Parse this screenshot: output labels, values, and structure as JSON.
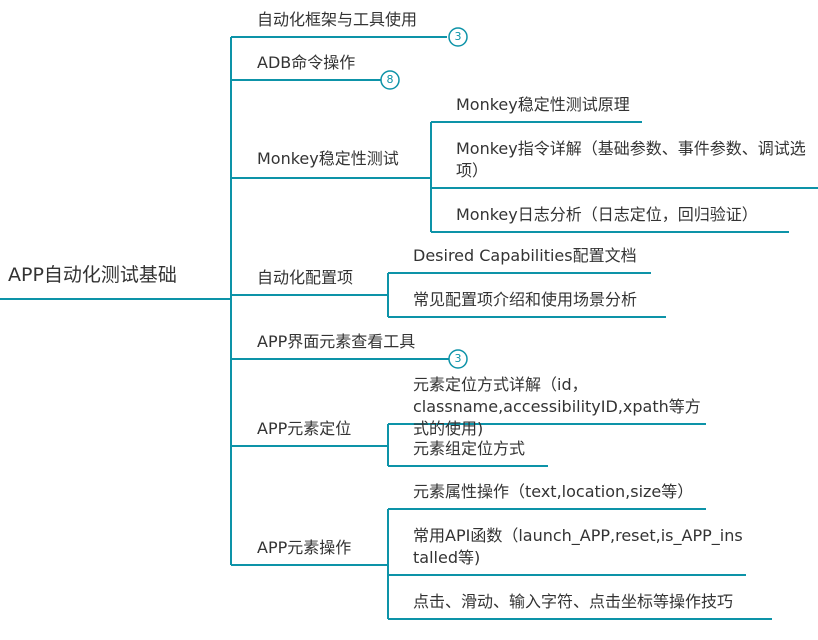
{
  "root": "APP自动化测试基础",
  "branches": [
    {
      "label": "自动化框架与工具使用",
      "count": "3"
    },
    {
      "label": "ADB命令操作",
      "count": "8"
    },
    {
      "label": "Monkey稳定性测试",
      "children": [
        "Monkey稳定性测试原理",
        "Monkey指令详解（基础参数、事件参数、调试选项）",
        "Monkey日志分析（日志定位，回归验证）"
      ]
    },
    {
      "label": "自动化配置项",
      "children": [
        "Desired  Capabilities配置文档",
        "常见配置项介绍和使用场景分析"
      ]
    },
    {
      "label": "APP界面元素查看工具",
      "count": "3"
    },
    {
      "label": "APP元素定位",
      "children": [
        "元素定位方式详解（id，classname,accessibilityID,xpath等方式的使用)",
        "元素组定位方式"
      ]
    },
    {
      "label": "APP元素操作",
      "children": [
        "元素属性操作（text,location,size等）",
        "常用API函数（launch_APP,reset,is_APP_installed等)",
        "点击、滑动、输入字符、点击坐标等操作技巧"
      ]
    }
  ],
  "colors": {
    "line": "#0d93a8",
    "text": "#333333",
    "background": "#ffffff"
  }
}
